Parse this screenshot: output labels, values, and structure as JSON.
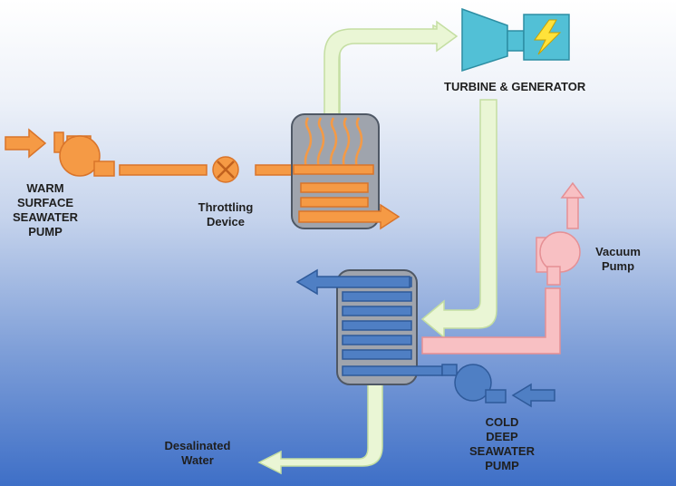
{
  "labels": {
    "warm_pump": [
      "WARM",
      "SURFACE",
      "SEAWATER",
      "PUMP"
    ],
    "throttling": [
      "Throttling",
      "Device"
    ],
    "turbine": "TURBINE & GENERATOR",
    "vacuum": [
      "Vacuum",
      "Pump"
    ],
    "cold_pump": [
      "COLD",
      "DEEP",
      "SEAWATER",
      "PUMP"
    ],
    "desalinated": [
      "Desalinated",
      "Water"
    ]
  },
  "colors": {
    "warm": "#f59a45",
    "warm_stroke": "#d9742a",
    "cold": "#4f7fc4",
    "cold_stroke": "#2f5a9a",
    "vapor": "#eaf6d5",
    "vapor_stroke": "#c4dea2",
    "pink": "#f8c0c3",
    "pink_stroke": "#e59095",
    "vessel": "#9fa4ad",
    "turbine": "#52c0d6"
  },
  "icons": {
    "turbine_symbol": "lightning-bolt-icon",
    "throttle_symbol": "x-circle-icon"
  }
}
